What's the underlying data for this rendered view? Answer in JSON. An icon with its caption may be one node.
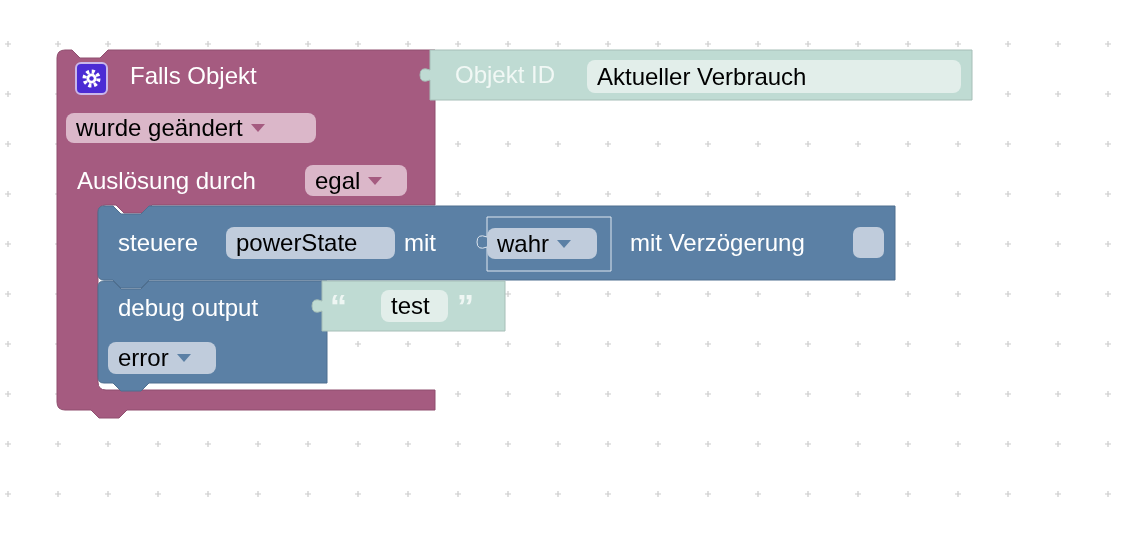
{
  "diagram": {
    "nodes": [
      {
        "text": [
          "Falls Objekt",
          "wurde geändert",
          "Auslösung durch",
          "egal"
        ]
      },
      {
        "text": [
          "Objekt ID",
          "Aktueller Verbrauch"
        ]
      },
      {
        "text": [
          "steuere",
          "powerState",
          "mit",
          "mit Verzögerung"
        ]
      },
      {
        "text": [
          "wahr"
        ],
        "in": 2
      },
      {
        "text": [
          "debug output",
          "error"
        ],
        "in": 0
      },
      {
        "text": [
          "“",
          "test",
          "”"
        ]
      }
    ]
  }
}
